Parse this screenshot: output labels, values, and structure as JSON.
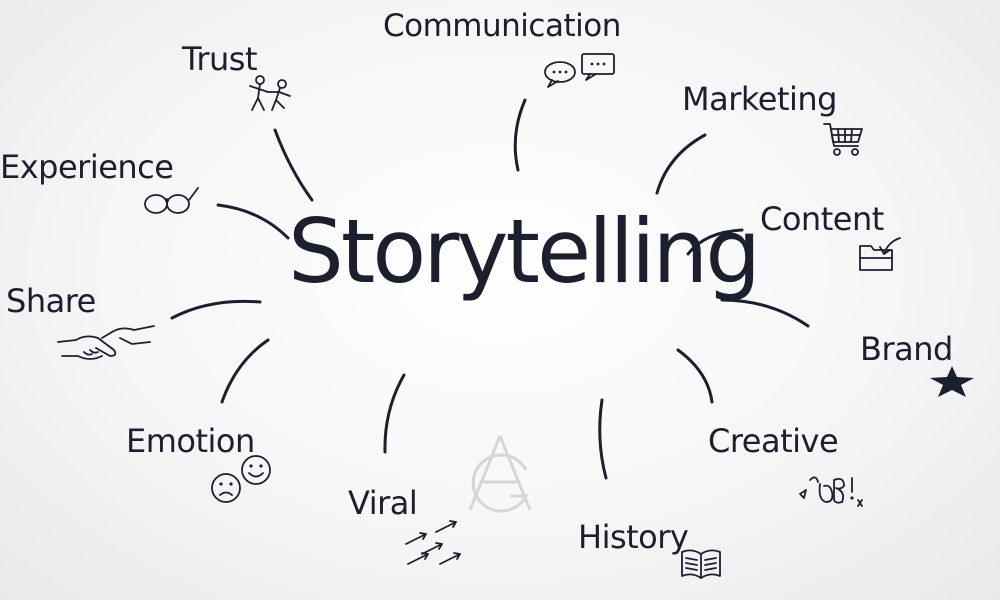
{
  "center_label": "Storytelling",
  "nodes": [
    {
      "id": "communication",
      "label": "Communication",
      "icon": "speech-bubbles-icon"
    },
    {
      "id": "trust",
      "label": "Trust",
      "icon": "stick-figures-icon"
    },
    {
      "id": "marketing",
      "label": "Marketing",
      "icon": "shopping-cart-icon"
    },
    {
      "id": "experience",
      "label": "Experience",
      "icon": "glasses-icon"
    },
    {
      "id": "content",
      "label": "Content",
      "icon": "folder-arrow-icon"
    },
    {
      "id": "share",
      "label": "Share",
      "icon": "handshake-icon"
    },
    {
      "id": "brand",
      "label": "Brand",
      "icon": "star-icon"
    },
    {
      "id": "emotion",
      "label": "Emotion",
      "icon": "smiley-faces-icon"
    },
    {
      "id": "creative",
      "label": "Creative",
      "icon": "sparkle-doodle-icon"
    },
    {
      "id": "viral",
      "label": "Viral",
      "icon": "arrows-icon"
    },
    {
      "id": "history",
      "label": "History",
      "icon": "open-book-icon"
    }
  ],
  "colors": {
    "ink": "#1c1f2e",
    "background": "#f5f5f6"
  }
}
